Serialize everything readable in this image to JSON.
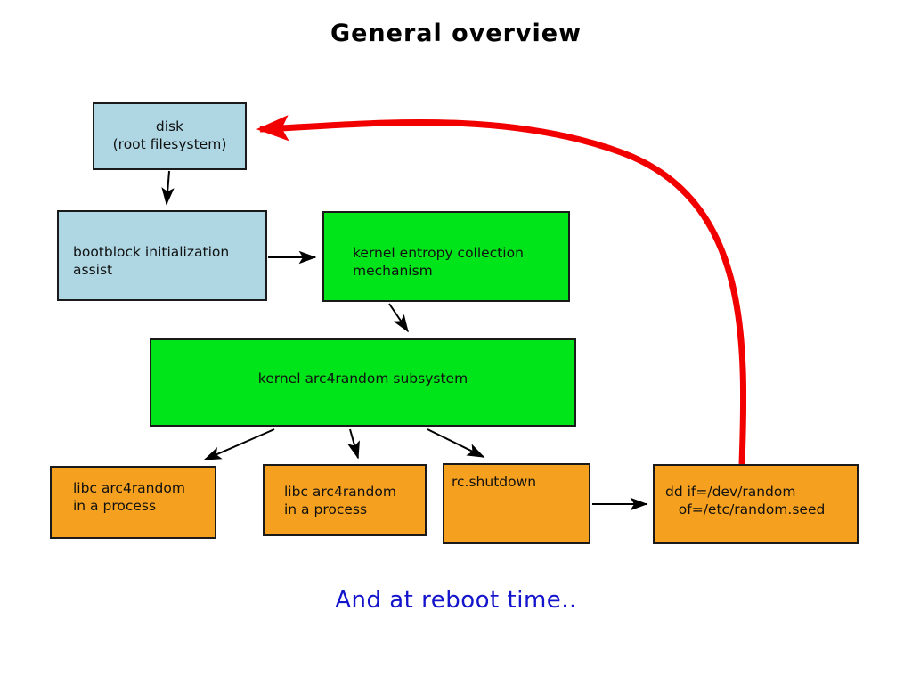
{
  "title": "General overview",
  "caption": "And at reboot time..",
  "colors": {
    "blue_fill": "#aed6e3",
    "green_fill": "#00e519",
    "orange_fill": "#f5a01e",
    "border": "#1a1a1a",
    "red_arrow": "#f20000",
    "caption_text": "#1414cc",
    "background": "#ffffff"
  },
  "nodes": {
    "disk": "disk\n(root filesystem)",
    "bootblock": "bootblock initialization\nassist",
    "entropy": "kernel entropy collection\nmechanism",
    "arc4random": "kernel arc4random subsystem",
    "libc1": "libc arc4random\nin a process",
    "libc2": "libc arc4random\nin a process",
    "rcshutdown": "rc.shutdown",
    "dd": "dd if=/dev/random\n   of=/etc/random.seed"
  },
  "edges": [
    {
      "name": "disk-to-bootblock",
      "from": "disk",
      "to": "bootblock",
      "color": "#000000",
      "style": "straight"
    },
    {
      "name": "bootblock-to-entropy",
      "from": "bootblock",
      "to": "entropy",
      "color": "#000000",
      "style": "straight"
    },
    {
      "name": "entropy-to-arc4random",
      "from": "entropy",
      "to": "arc4random",
      "color": "#000000",
      "style": "straight"
    },
    {
      "name": "arc4random-to-libc1",
      "from": "arc4random",
      "to": "libc1",
      "color": "#000000",
      "style": "straight"
    },
    {
      "name": "arc4random-to-libc2",
      "from": "arc4random",
      "to": "libc2",
      "color": "#000000",
      "style": "straight"
    },
    {
      "name": "arc4random-to-rcshutdown",
      "from": "arc4random",
      "to": "rcshutdown",
      "color": "#000000",
      "style": "straight"
    },
    {
      "name": "rcshutdown-to-dd",
      "from": "rcshutdown",
      "to": "dd",
      "color": "#000000",
      "style": "straight"
    },
    {
      "name": "dd-to-disk",
      "from": "dd",
      "to": "disk",
      "color": "#f20000",
      "style": "curved"
    }
  ]
}
